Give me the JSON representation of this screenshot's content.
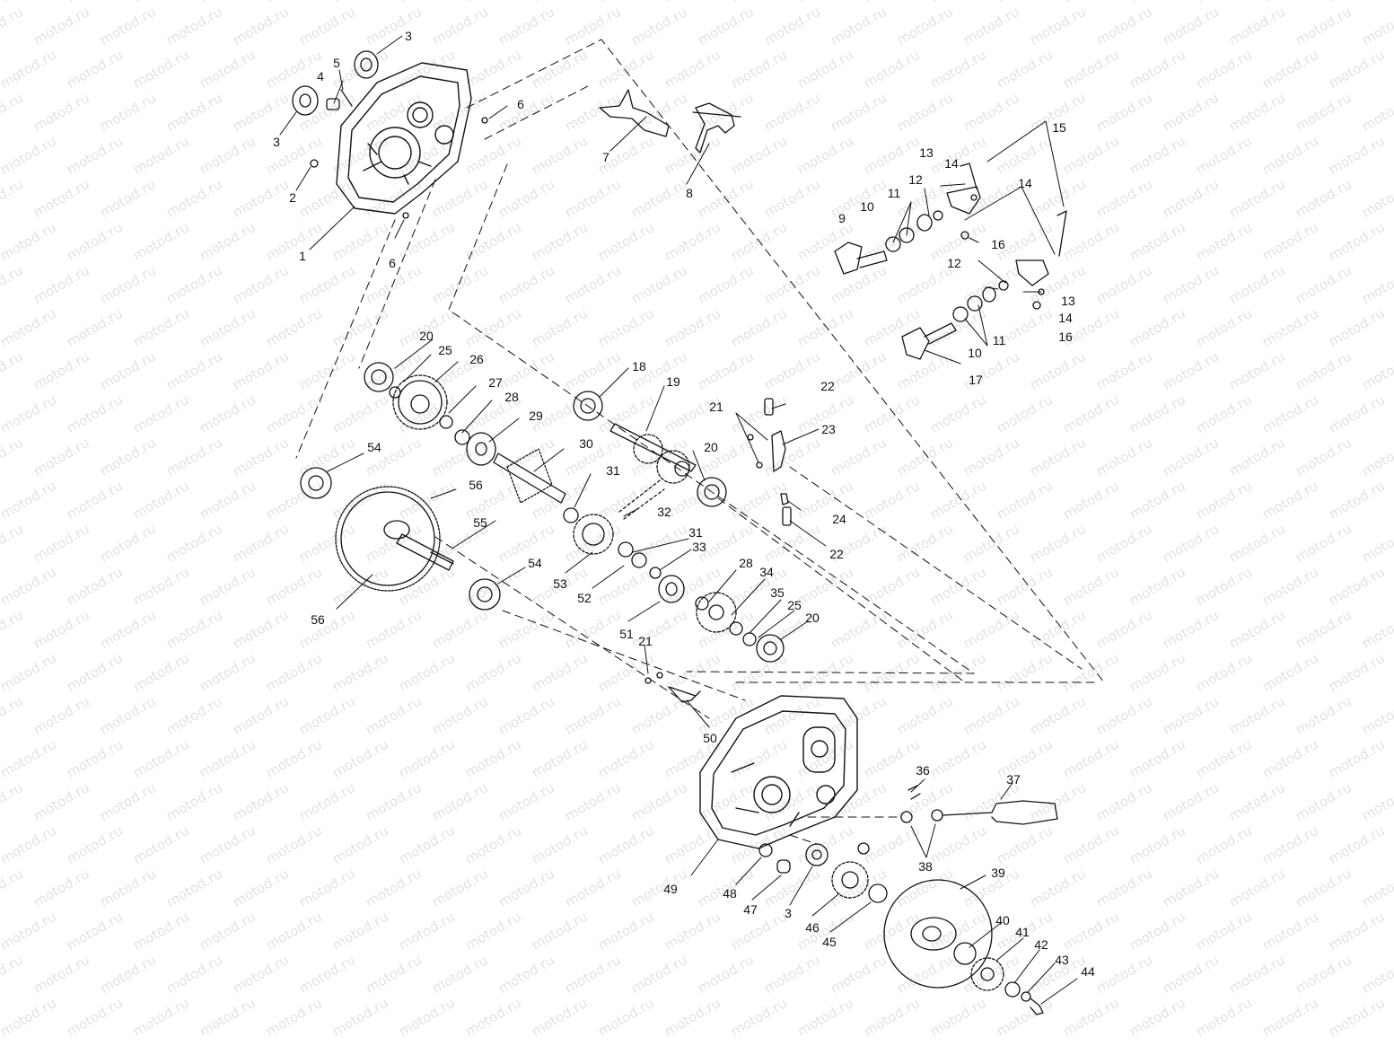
{
  "watermark": {
    "text": "motod.ru"
  },
  "diagram": {
    "line_color": "#111111",
    "callouts": [
      "1",
      "2",
      "3",
      "4",
      "5",
      "6",
      "7",
      "8",
      "9",
      "10",
      "11",
      "12",
      "13",
      "14",
      "15",
      "16",
      "17",
      "18",
      "19",
      "20",
      "21",
      "22",
      "23",
      "24",
      "25",
      "26",
      "27",
      "28",
      "29",
      "30",
      "31",
      "32",
      "33",
      "34",
      "35",
      "36",
      "37",
      "38",
      "39",
      "40",
      "41",
      "42",
      "43",
      "44",
      "45",
      "46",
      "47",
      "48",
      "49",
      "50",
      "51",
      "52",
      "53",
      "54",
      "55",
      "56"
    ]
  }
}
